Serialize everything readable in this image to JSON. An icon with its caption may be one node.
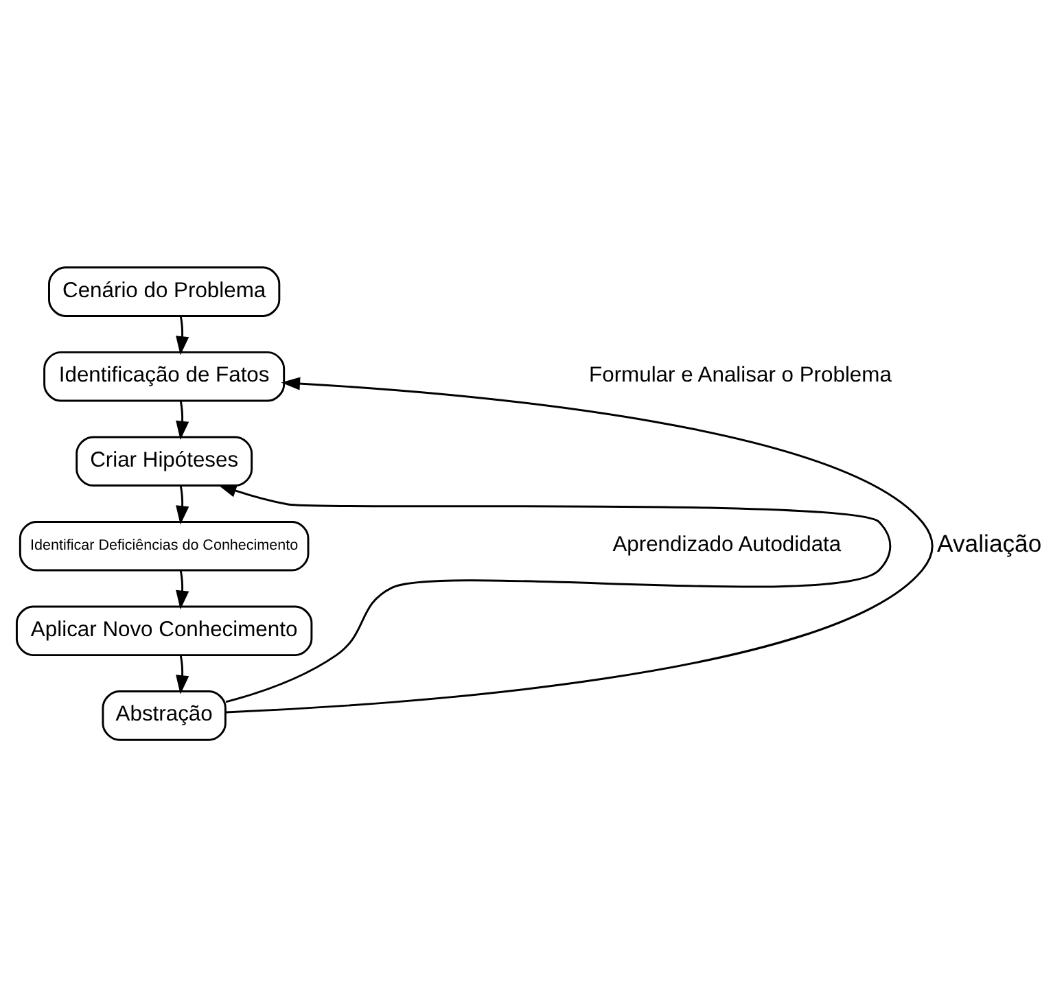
{
  "diagram": {
    "nodes": [
      {
        "text": [
          "Cenário do Problema"
        ]
      },
      {
        "text": [
          "Identificação de Fatos"
        ]
      },
      {
        "text": [
          "Criar Hipóteses"
        ]
      },
      {
        "text": [
          "Identificar Deficiências do Conhecimento"
        ]
      },
      {
        "text": [
          "Aplicar Novo Conhecimento"
        ]
      },
      {
        "text": [
          "Abstração"
        ]
      }
    ],
    "edges": [
      {
        "from": 0,
        "to": 1,
        "arrow": "to"
      },
      {
        "from": 1,
        "to": 2,
        "arrow": "to"
      },
      {
        "from": 2,
        "to": 3,
        "arrow": "to"
      },
      {
        "from": 3,
        "to": 4,
        "arrow": "to"
      },
      {
        "from": 4,
        "to": 5,
        "arrow": "to"
      },
      {
        "from": 5,
        "to": 1,
        "arrow": "to",
        "label": "Avaliação"
      },
      {
        "from": 5,
        "to": 2,
        "arrow": "to"
      }
    ],
    "labels": [
      "Formular e Analisar o Problema",
      "Aprendizado Autodidata"
    ]
  }
}
